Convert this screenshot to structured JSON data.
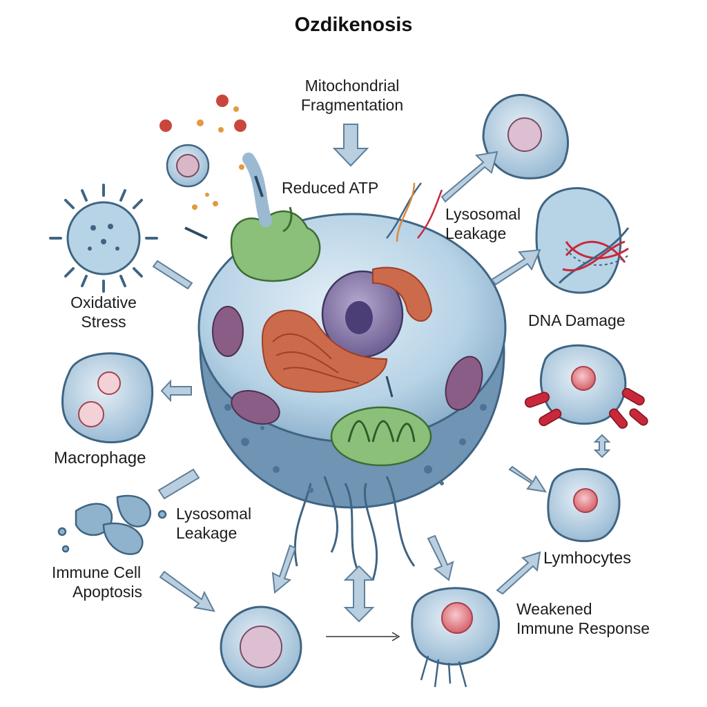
{
  "title": "Ozdikenosis",
  "labels": {
    "mitochondrial_fragmentation_1": "Mitochondrial",
    "mitochondrial_fragmentation_2": "Fragmentation",
    "reduced_atp": "Reduced ATP",
    "lysosomal_leakage_top_1": "Lysosomal",
    "lysosomal_leakage_top_2": "Leakage",
    "oxidative_stress_1": "Oxidative",
    "oxidative_stress_2": "Stress",
    "dna_damage": "DNA Damage",
    "macrophage": "Macrophage",
    "lysosomal_leakage_bottom_1": "Lysosomal",
    "lysosomal_leakage_bottom_2": "Leakage",
    "immune_cell_apoptosis_1": "Immune Cell",
    "immune_cell_apoptosis_2": "Apoptosis",
    "lymphocytes": "Lymhocytes",
    "weakened_immune_response_1": "Weakened",
    "weakened_immune_response_2": "Immune Response"
  },
  "colors": {
    "cell_body": "#b7d3e6",
    "cell_outline": "#3f6482",
    "arrow_fill": "#b9cfe0",
    "arrow_stroke": "#5f7f99",
    "mitochondria": "#8a5d86",
    "golgi": "#cc6a4c",
    "lysosome": "#8ac07a",
    "nucleus": "#8a79a8",
    "blood_cell": "#c8283a"
  }
}
